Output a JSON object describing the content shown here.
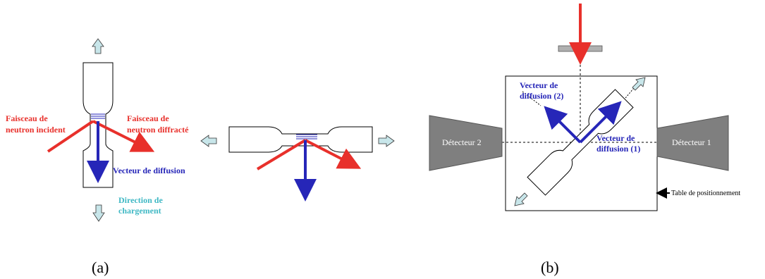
{
  "panel_a": {
    "incident_beam_line1": "Faisceau de",
    "incident_beam_line2": "neutron incident",
    "diffracted_beam_line1": "Faisceau de",
    "diffracted_beam_line2": "neutron diffracté",
    "scattering_vector": "Vecteur de diffusion",
    "loading_direction_line1": "Direction de",
    "loading_direction_line2": "chargement",
    "caption": "(a)"
  },
  "panel_b": {
    "detector_2": "Détecteur 2",
    "detector_1": "Détecteur 1",
    "scattering_vector_2_line1": "Vecteur de",
    "scattering_vector_2_line2": "diffusion (2)",
    "scattering_vector_1_line1": "Vecteur de",
    "scattering_vector_1_line2": "diffusion (1)",
    "positioning_table": "Table de positionnement",
    "caption": "(b)"
  },
  "colors": {
    "beam": "#e8302b",
    "vector": "#2626b8",
    "loading_arrow": "#c8e6ea",
    "detector": "#7f7f7f"
  }
}
